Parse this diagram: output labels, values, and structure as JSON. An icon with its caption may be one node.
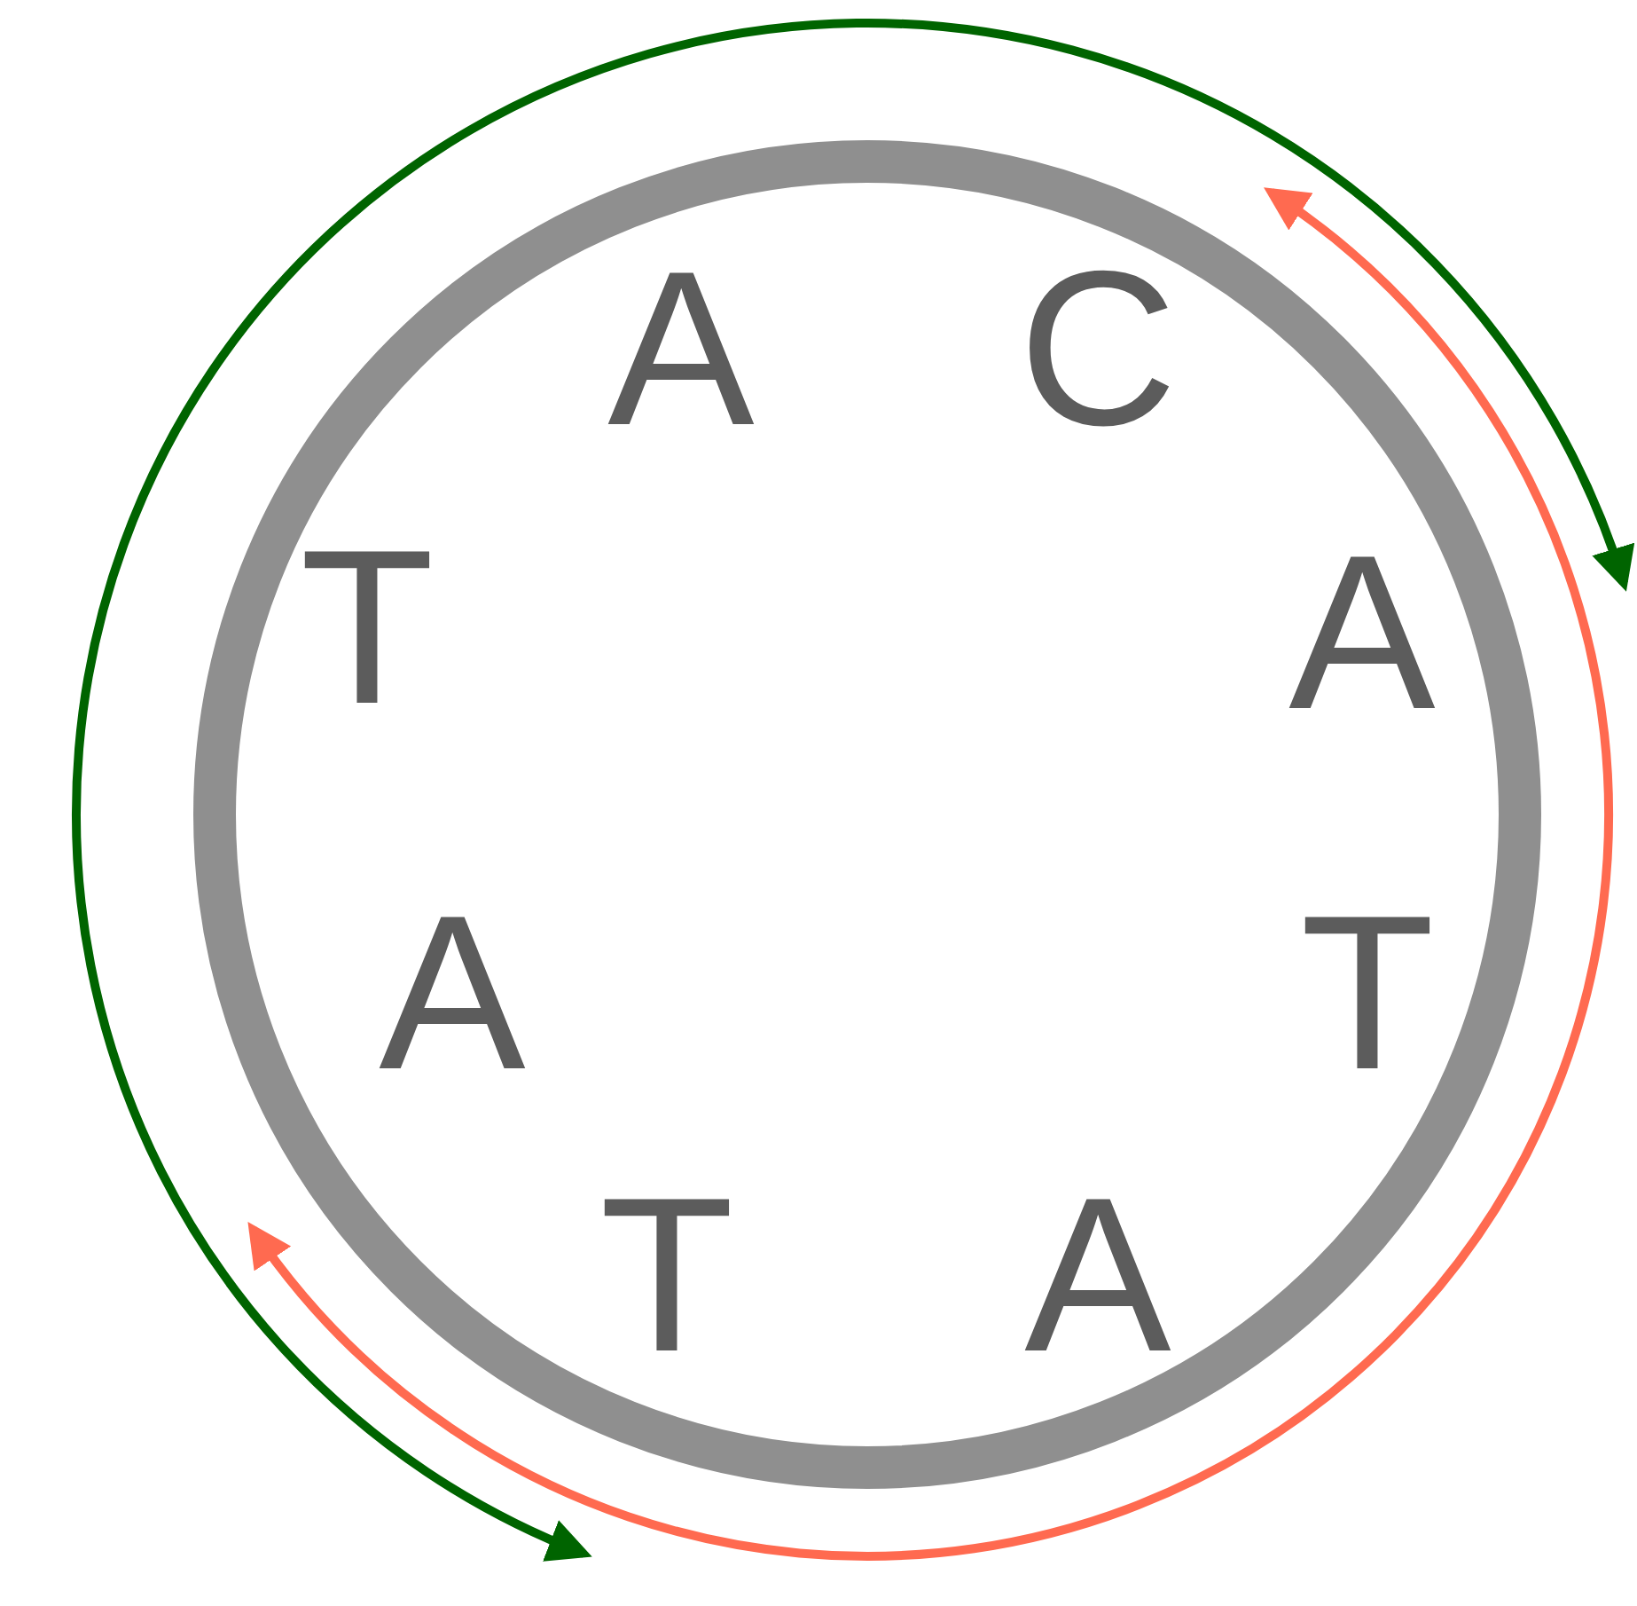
{
  "diagram": {
    "nodes": [
      {
        "text": [
          "A",
          "C",
          "A",
          "T",
          "A",
          "T",
          "A",
          "T"
        ]
      }
    ]
  }
}
